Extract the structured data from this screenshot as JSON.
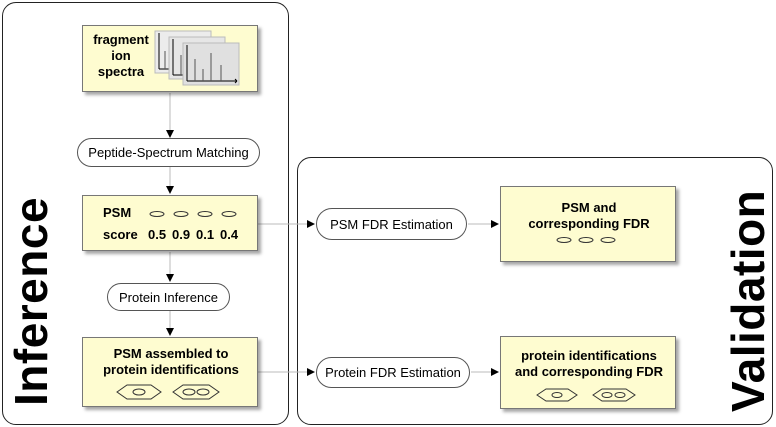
{
  "inference": {
    "title": "Inference",
    "spectra": {
      "label_line1": "fragment",
      "label_line2": "ion",
      "label_line3": "spectra"
    },
    "psm_matching_label": "Peptide-Spectrum Matching",
    "psm_table": {
      "row1_label": "PSM",
      "row2_label": "score",
      "scores": [
        "0.5",
        "0.9",
        "0.1",
        "0.4"
      ]
    },
    "protein_inference_label": "Protein Inference",
    "assembled_box": {
      "line1": "PSM assembled to",
      "line2": "protein identifications"
    }
  },
  "validation": {
    "title": "Validation",
    "psm_fdr_label": "PSM FDR Estimation",
    "psm_result": {
      "line1": "PSM and",
      "line2": "corresponding FDR"
    },
    "protein_fdr_label": "Protein FDR Estimation",
    "protein_result": {
      "line1": "protein identifications",
      "line2": "and corresponding FDR"
    }
  }
}
